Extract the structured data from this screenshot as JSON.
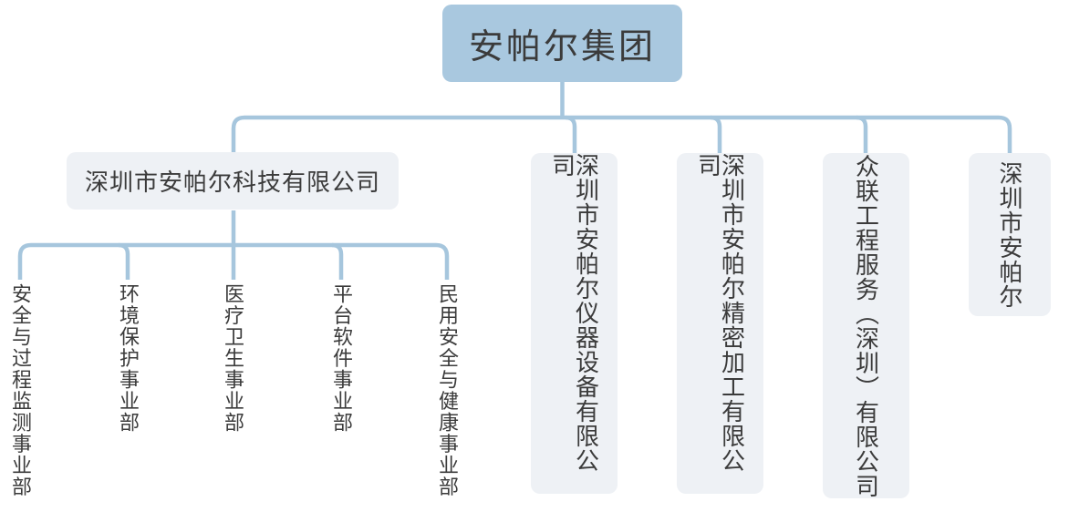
{
  "org": {
    "root": {
      "label": "安帕尔集团"
    },
    "children": [
      {
        "label": "深圳市安帕尔科技有限公司"
      },
      {
        "label": "深圳市安帕尔仪器设备有限公司"
      },
      {
        "label": "深圳市安帕尔精密加工有限公司"
      },
      {
        "label": "众联工程服务（深圳）有限公司"
      },
      {
        "label": "深圳市安帕尔"
      }
    ],
    "tech_departments": [
      {
        "label": "安全与过程监测事业部"
      },
      {
        "label": "环境保护事业部"
      },
      {
        "label": "医疗卫生事业部"
      },
      {
        "label": "平台软件事业部"
      },
      {
        "label": "民用安全与健康事业部"
      }
    ]
  },
  "colors": {
    "root_fill": "#a9c8df",
    "node_fill": "#eef1f5",
    "connector": "#a6c6dd",
    "text": "#3b3b3b",
    "background": "#ffffff"
  }
}
